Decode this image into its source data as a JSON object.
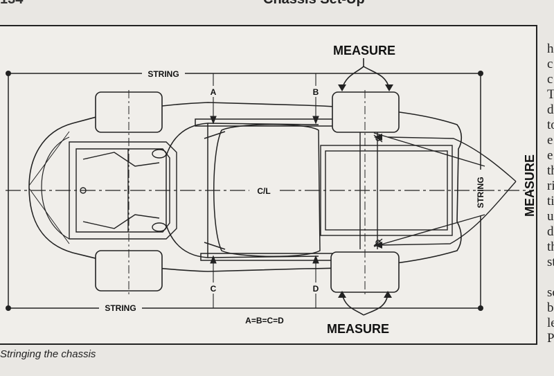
{
  "header": {
    "page_number": "134",
    "chapter_title": "Chassis Set-Up"
  },
  "figure": {
    "caption": "Stringing the chassis",
    "labels": {
      "measure_top": "MEASURE",
      "measure_bottom": "MEASURE",
      "measure_right": "MEASURE",
      "string_top": "STRING",
      "string_bottom": "STRING",
      "string_right": "STRING",
      "centerline": "C/L",
      "a": "A",
      "b": "B",
      "c": "C",
      "d": "D",
      "equation": "A=B=C=D"
    }
  },
  "side_text": {
    "letters": [
      "h",
      "c",
      "c",
      "T",
      "d",
      "to",
      "e",
      "e",
      "th",
      "ri",
      "ti",
      "u",
      "d",
      "th",
      "st",
      "",
      "sc",
      "b",
      "le",
      "P"
    ]
  }
}
